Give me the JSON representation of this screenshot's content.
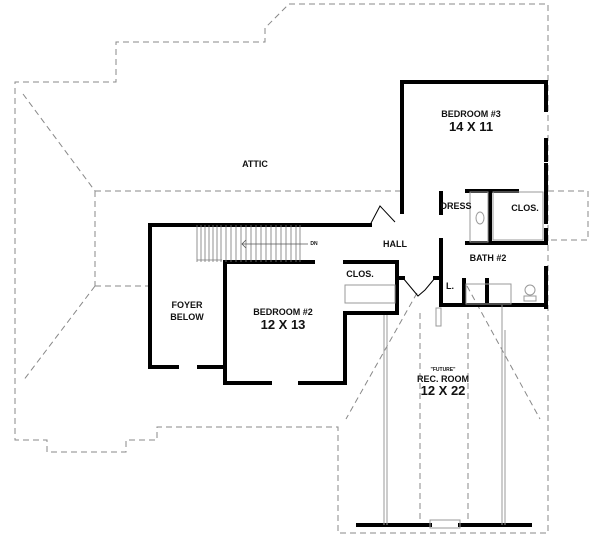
{
  "rooms": {
    "attic": {
      "name": "ATTIC"
    },
    "bedroom3": {
      "name": "BEDROOM #3",
      "size": "14 X 11"
    },
    "bedroom2": {
      "name": "BEDROOM #2",
      "size": "12 X 13"
    },
    "foyer": {
      "line1": "FOYER",
      "line2": "BELOW"
    },
    "hall": {
      "name": "HALL"
    },
    "dress": {
      "name": "DRESS"
    },
    "closet3": {
      "name": "CLOS."
    },
    "closet2": {
      "name": "CLOS."
    },
    "bath2": {
      "name": "BATH #2"
    },
    "linen": {
      "name": "L."
    },
    "rec_room": {
      "note": "\"FUTURE\"",
      "name": "REC. ROOM",
      "size": "12 X 22"
    }
  },
  "stairs": {
    "direction_label": "DN"
  },
  "colors": {
    "wall": "#000000",
    "roof_line": "#888888",
    "fixture": "#999999"
  }
}
